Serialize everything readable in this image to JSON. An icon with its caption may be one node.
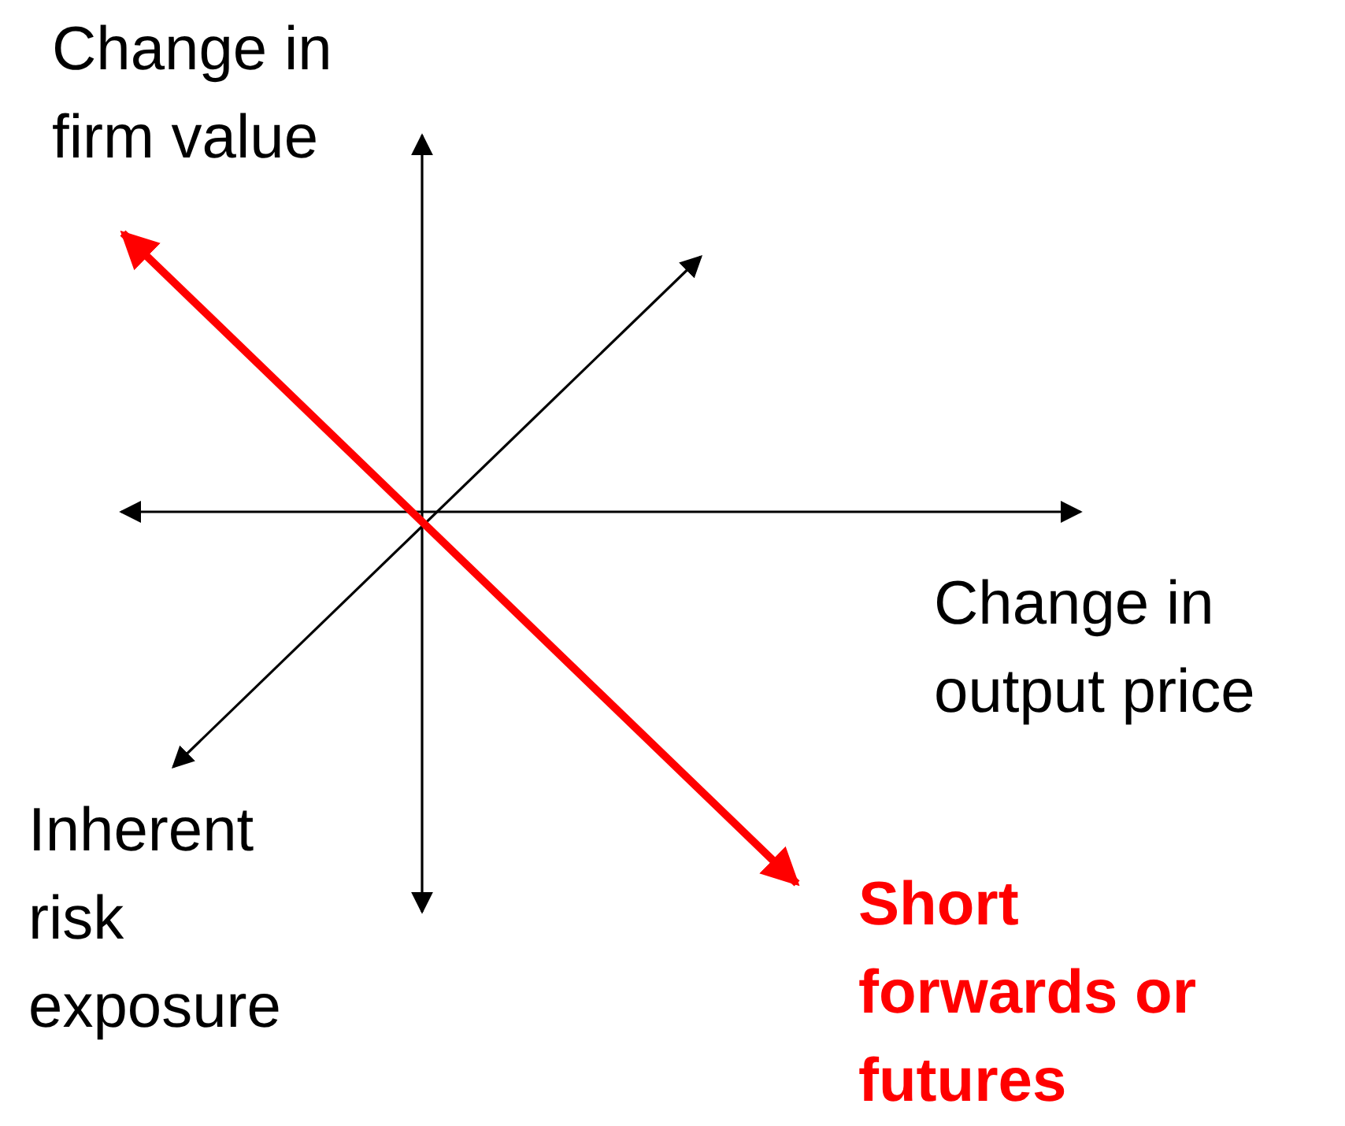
{
  "diagram": {
    "labels": [
      "Change in firm value",
      "Change in output price",
      "Inherent risk exposure",
      "Short forwards or futures"
    ]
  }
}
